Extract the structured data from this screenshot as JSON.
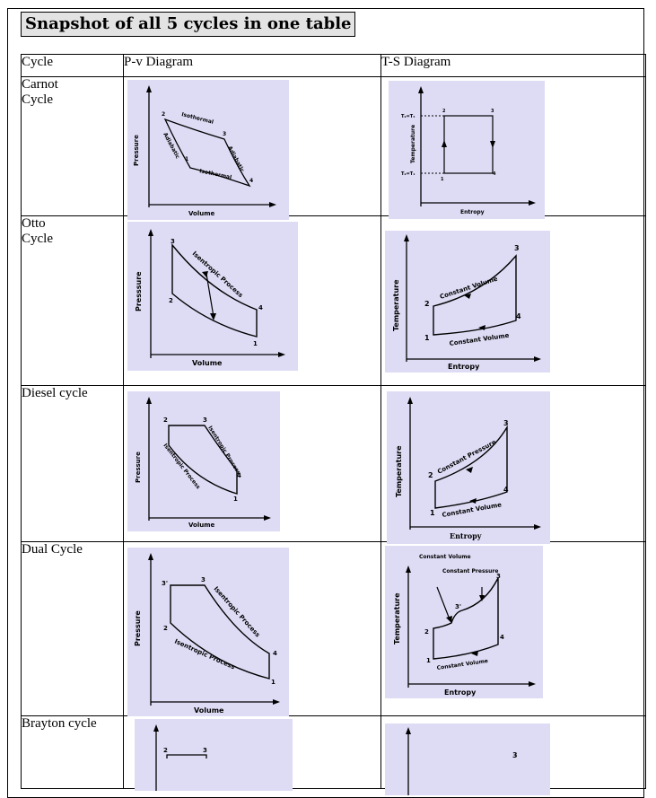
{
  "title": "Snapshot of all 5 cycles in one table",
  "headers": [
    "Cycle",
    "P-v Diagram",
    "T-S Diagram"
  ],
  "rows": [
    {
      "name": "Carnot\n Cycle",
      "pv": {
        "y_axis": "Pressure",
        "x_axis": "Volume",
        "curves": [
          "Isothermal",
          "Adiabatic",
          "Adiabatic",
          "Isothermal"
        ],
        "points": [
          "1",
          "2",
          "3",
          "4"
        ]
      },
      "ts": {
        "y_axis": "Temperature",
        "x_axis": "Entropy",
        "levels": [
          "T₂=T₄",
          "T₂=T₁"
        ],
        "points": [
          "1",
          "2",
          "3",
          "4"
        ]
      }
    },
    {
      "name": "Otto\n Cycle",
      "pv": {
        "y_axis": "Presssure",
        "x_axis": "Volume",
        "curves": [
          "Isentropic Process"
        ],
        "points": [
          "1",
          "2",
          "3",
          "4"
        ]
      },
      "ts": {
        "y_axis": "Temperature",
        "x_axis": "Entropy",
        "curves": [
          "Constant Volume",
          "Constant Volume"
        ],
        "points": [
          "1",
          "2",
          "3",
          "4"
        ]
      }
    },
    {
      "name": "Diesel cycle",
      "pv": {
        "y_axis": "Pressure",
        "x_axis": "Volume",
        "curves": [
          "Isentropic Process",
          "Isentropic Process"
        ],
        "points": [
          "1",
          "2",
          "3",
          "4"
        ]
      },
      "ts": {
        "y_axis": "Temperature",
        "x_axis": "Entropy",
        "curves": [
          "Constant Pressure",
          "Constant Volume"
        ],
        "points": [
          "1",
          "2",
          "3",
          "4"
        ]
      }
    },
    {
      "name": "Dual Cycle",
      "pv": {
        "y_axis": "Pressure",
        "x_axis": "Volume",
        "curves": [
          "Isentropic Process",
          "Isentropic Process"
        ],
        "points": [
          "1",
          "2",
          "3'",
          "3",
          "4"
        ]
      },
      "ts": {
        "y_axis": "Temperature",
        "x_axis": "Entropy",
        "curves": [
          "Constant Volume",
          "Constant Pressure",
          "Constant Volume"
        ],
        "points": [
          "1",
          "2",
          "3'",
          "3",
          "4"
        ]
      }
    },
    {
      "name": "Brayton cycle",
      "pv": {
        "points": [
          "2",
          "3"
        ]
      },
      "ts": {
        "points": [
          "3"
        ]
      }
    }
  ]
}
